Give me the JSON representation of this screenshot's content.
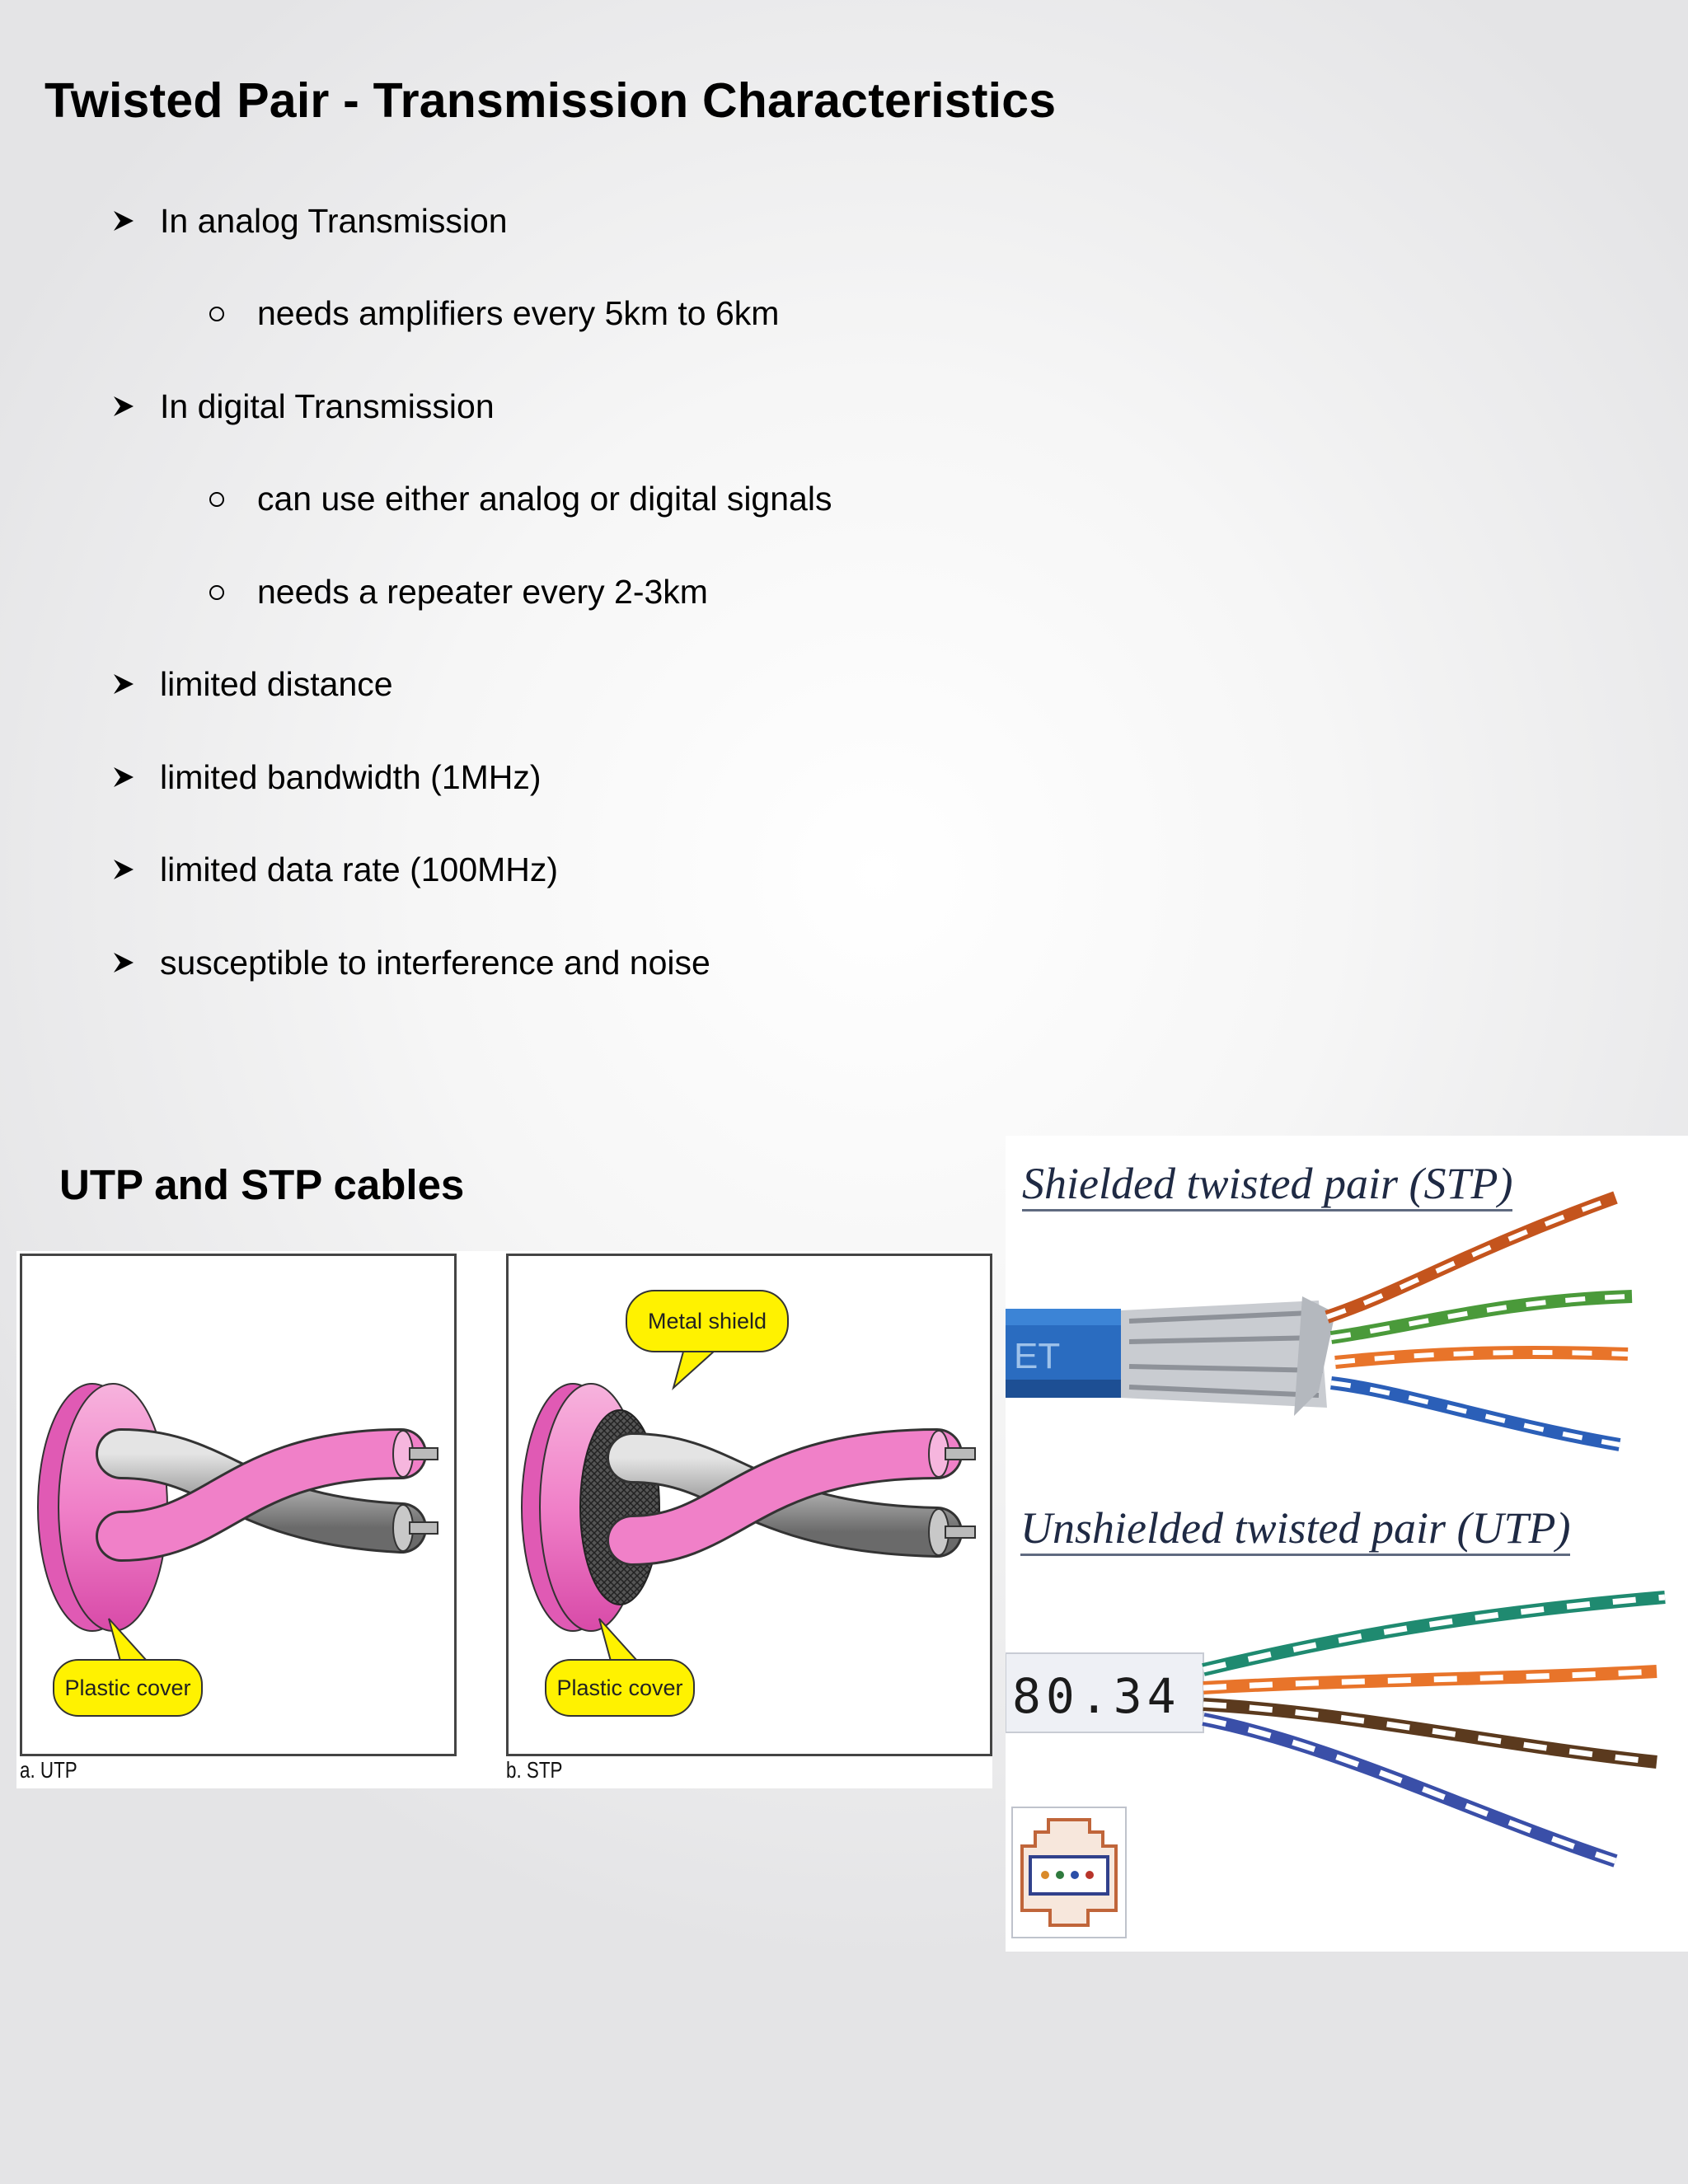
{
  "title": "Twisted Pair - Transmission Characteristics",
  "bullets": [
    {
      "level": 1,
      "text": "In analog Transmission"
    },
    {
      "level": 2,
      "text": "needs amplifiers every 5km to 6km"
    },
    {
      "level": 1,
      "text": "In digital Transmission"
    },
    {
      "level": 2,
      "text": "can use either analog or digital signals"
    },
    {
      "level": 2,
      "text": "needs a repeater every 2-3km"
    },
    {
      "level": 1,
      "text": "limited distance"
    },
    {
      "level": 1,
      "text": "limited bandwidth (1MHz)"
    },
    {
      "level": 1,
      "text": "limited data rate (100MHz)"
    },
    {
      "level": 1,
      "text": "susceptible to interference and noise"
    }
  ],
  "section_title": "UTP and STP cables",
  "diagrams": {
    "utp": {
      "caption": "a. UTP",
      "callout": "Plastic cover"
    },
    "stp": {
      "caption": "b. STP",
      "callout_top": "Metal shield",
      "callout_bottom": "Plastic cover"
    }
  },
  "photos": {
    "stp_heading": "Shielded twisted pair (STP)",
    "utp_heading": "Unshielded twisted pair (UTP)",
    "cable_marking": "80.34"
  },
  "colors": {
    "cable_pink": "#f080c8",
    "callout_yellow": "#fff200",
    "stp_jacket": "#2a6cc0"
  }
}
